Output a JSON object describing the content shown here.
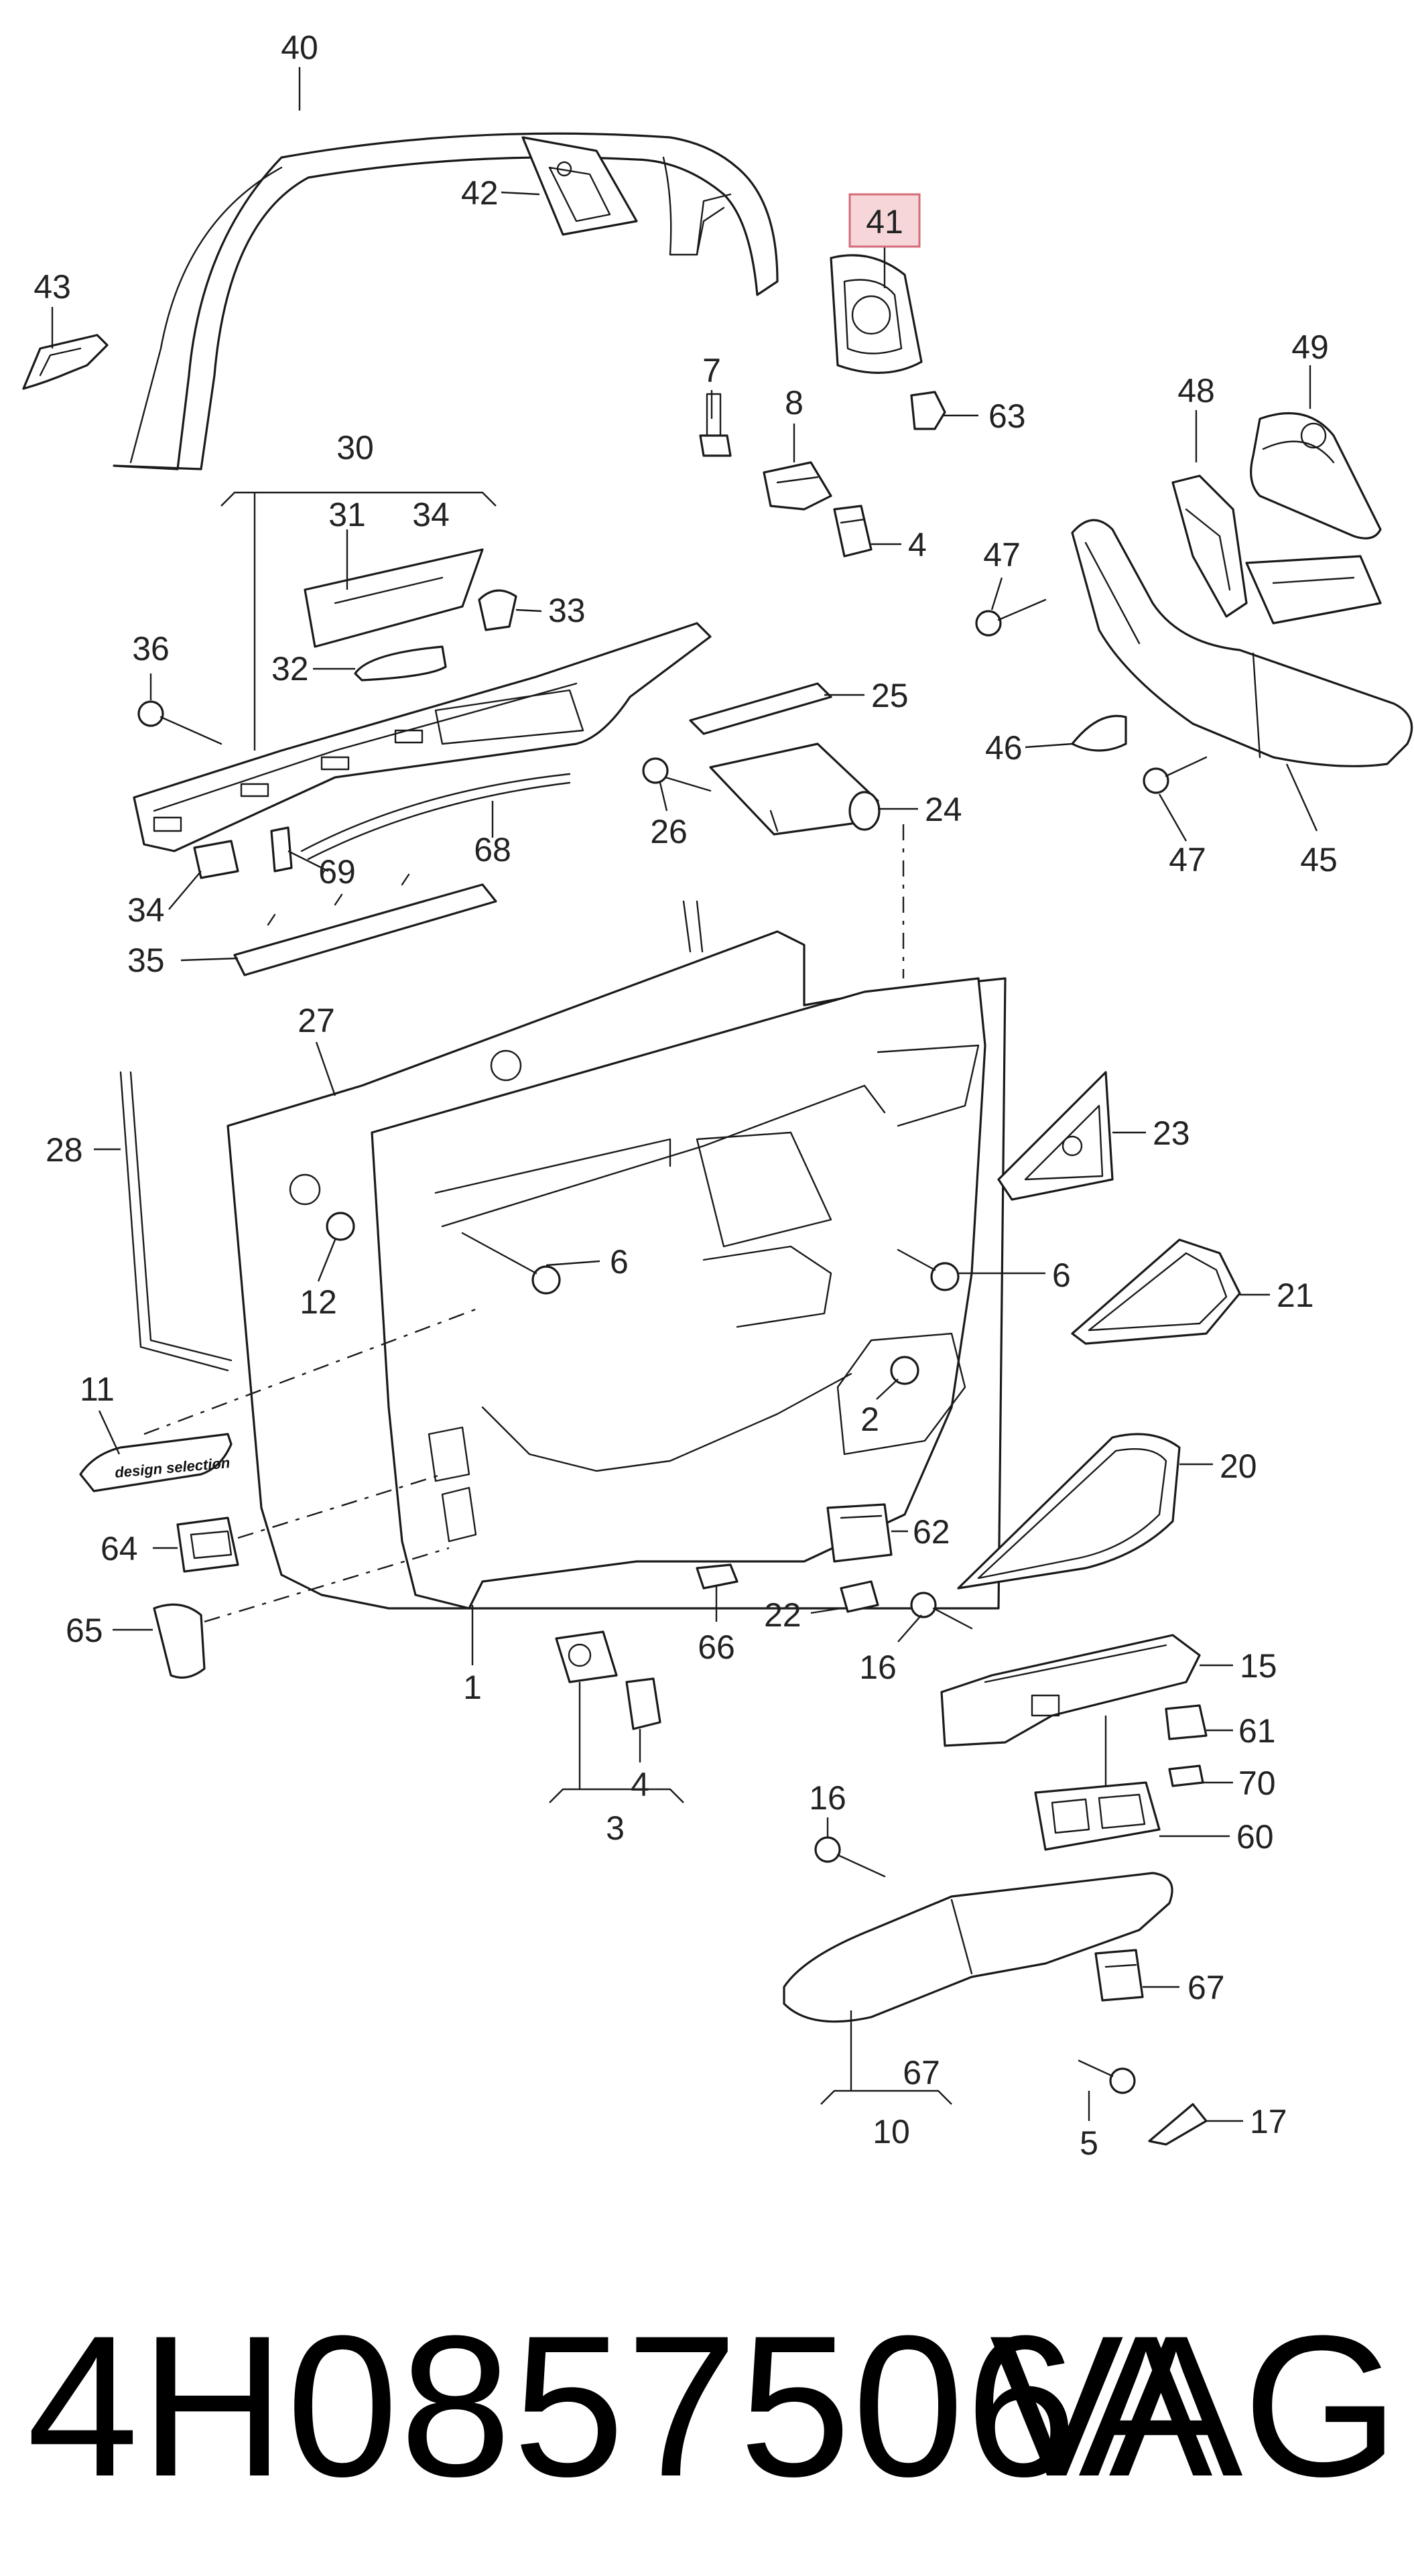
{
  "footer": {
    "part_number": "4H0857506A",
    "brand": "VAG"
  },
  "highlight": {
    "callout": "41",
    "fill_color": "#f6d6d9",
    "stroke_color": "#d46a78"
  },
  "badge_text": "design selection",
  "callouts": [
    {
      "id": "c40",
      "label": "40"
    },
    {
      "id": "c42",
      "label": "42"
    },
    {
      "id": "c41",
      "label": "41"
    },
    {
      "id": "c43",
      "label": "43"
    },
    {
      "id": "c7",
      "label": "7"
    },
    {
      "id": "c8",
      "label": "8"
    },
    {
      "id": "c63",
      "label": "63"
    },
    {
      "id": "c49",
      "label": "49"
    },
    {
      "id": "c48",
      "label": "48"
    },
    {
      "id": "c30",
      "label": "30"
    },
    {
      "id": "c31",
      "label": "31"
    },
    {
      "id": "c34a",
      "label": "34"
    },
    {
      "id": "c4a",
      "label": "4"
    },
    {
      "id": "c47a",
      "label": "47"
    },
    {
      "id": "c33",
      "label": "33"
    },
    {
      "id": "c36",
      "label": "36"
    },
    {
      "id": "c32",
      "label": "32"
    },
    {
      "id": "c25",
      "label": "25"
    },
    {
      "id": "c46",
      "label": "46"
    },
    {
      "id": "c26",
      "label": "26"
    },
    {
      "id": "c24",
      "label": "24"
    },
    {
      "id": "c47b",
      "label": "47"
    },
    {
      "id": "c45",
      "label": "45"
    },
    {
      "id": "c69",
      "label": "69"
    },
    {
      "id": "c68",
      "label": "68"
    },
    {
      "id": "c34b",
      "label": "34"
    },
    {
      "id": "c35",
      "label": "35"
    },
    {
      "id": "c27",
      "label": "27"
    },
    {
      "id": "c23",
      "label": "23"
    },
    {
      "id": "c28",
      "label": "28"
    },
    {
      "id": "c6a",
      "label": "6"
    },
    {
      "id": "c6b",
      "label": "6"
    },
    {
      "id": "c12",
      "label": "12"
    },
    {
      "id": "c21",
      "label": "21"
    },
    {
      "id": "c11",
      "label": "11"
    },
    {
      "id": "c2",
      "label": "2"
    },
    {
      "id": "c20",
      "label": "20"
    },
    {
      "id": "c64",
      "label": "64"
    },
    {
      "id": "c62",
      "label": "62"
    },
    {
      "id": "c22",
      "label": "22"
    },
    {
      "id": "c65",
      "label": "65"
    },
    {
      "id": "c66",
      "label": "66"
    },
    {
      "id": "c16a",
      "label": "16"
    },
    {
      "id": "c15",
      "label": "15"
    },
    {
      "id": "c1",
      "label": "1"
    },
    {
      "id": "c61",
      "label": "61"
    },
    {
      "id": "c4b",
      "label": "4"
    },
    {
      "id": "c70",
      "label": "70"
    },
    {
      "id": "c3",
      "label": "3"
    },
    {
      "id": "c16b",
      "label": "16"
    },
    {
      "id": "c60",
      "label": "60"
    },
    {
      "id": "c67a",
      "label": "67"
    },
    {
      "id": "c67b",
      "label": "67"
    },
    {
      "id": "c10",
      "label": "10"
    },
    {
      "id": "c5",
      "label": "5"
    },
    {
      "id": "c17",
      "label": "17"
    }
  ]
}
